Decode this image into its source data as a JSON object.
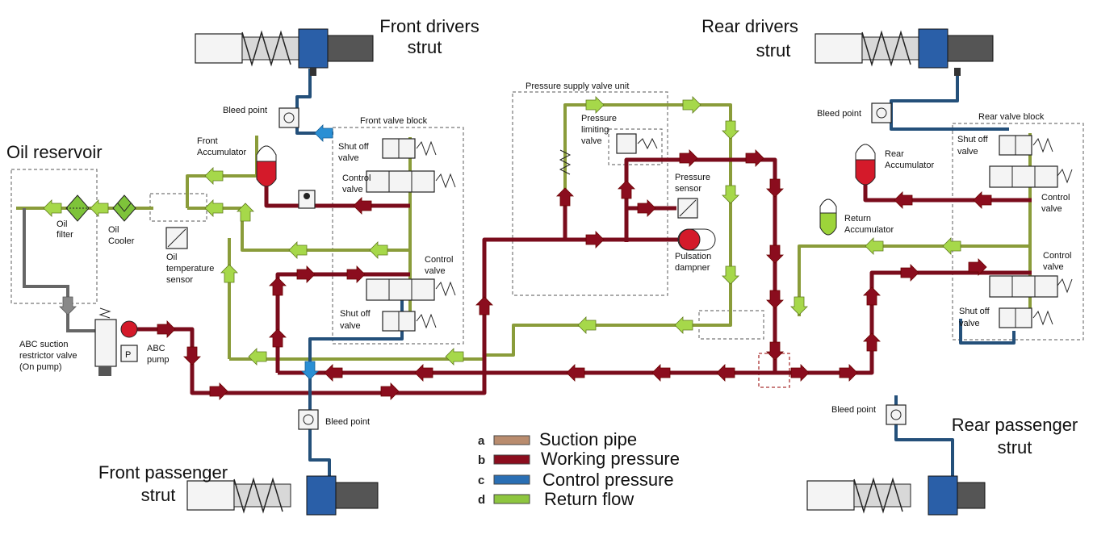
{
  "colors": {
    "working": "#7a0c1c",
    "return": "#8ec63f",
    "control": "#2a6fb4",
    "suction": "#b98c6e",
    "arrow_red": "#8b0d1e",
    "arrow_green": "#a6d84a",
    "arrow_blue": "#2a8fd4",
    "arrow_gray": "#888888"
  },
  "struts": {
    "front_driver": {
      "line1": "Front drivers",
      "line2": "strut"
    },
    "rear_driver": {
      "line1": "Rear drivers",
      "line2": "strut"
    },
    "front_passenger": {
      "line1": "Front passenger",
      "line2": "strut"
    },
    "rear_passenger": {
      "line1": "Rear passenger",
      "line2": "strut"
    }
  },
  "labels": {
    "oil_reservoir": "Oil reservoir",
    "oil_filter": [
      "Oil",
      "filter"
    ],
    "oil_cooler": [
      "Oil",
      "Cooler"
    ],
    "oil_temp_sensor": [
      "Oil",
      "temperature",
      "sensor"
    ],
    "abc_suction": [
      "ABC suction",
      "restrictor valve",
      "(On pump)"
    ],
    "abc_pump": [
      "ABC",
      "pump"
    ],
    "pump_p": "P",
    "bleed_front_driver": "Bleed point",
    "bleed_front_passenger": "Bleed point",
    "bleed_rear_driver": "Bleed point",
    "bleed_rear_passenger": "Bleed point",
    "front_accumulator": [
      "Front",
      "Accumulator"
    ],
    "front_valve_block": "Front valve block",
    "front_shutoff_top": [
      "Shut off",
      "valve"
    ],
    "front_control_top": [
      "Control",
      "valve"
    ],
    "front_control_bottom": [
      "Control",
      "valve"
    ],
    "front_shutoff_bottom": [
      "Shut off",
      "valve"
    ],
    "pressure_supply_unit": "Pressure supply valve unit",
    "pressure_limiting": [
      "Pressure",
      "limiting",
      "valve"
    ],
    "pressure_sensor": [
      "Pressure",
      "sensor"
    ],
    "pulsation": [
      "Pulsation",
      "dampner"
    ],
    "rear_valve_block": "Rear valve block",
    "rear_accumulator": [
      "Rear",
      "Accumulator"
    ],
    "return_accumulator": [
      "Return",
      "Accumulator"
    ],
    "rear_shutoff_top": [
      "Shut off",
      "valve"
    ],
    "rear_control_top": [
      "Control",
      "valve"
    ],
    "rear_control_bottom": [
      "Control",
      "valve"
    ],
    "rear_shutoff_bottom": [
      "Shut off",
      "valve"
    ]
  },
  "legend": [
    {
      "key": "a",
      "label": "Suction pipe",
      "color": "#b98c6e"
    },
    {
      "key": "b",
      "label": "Working pressure",
      "color": "#8b0d1e"
    },
    {
      "key": "c",
      "label": "Control pressure",
      "color": "#2a6fb4"
    },
    {
      "key": "d",
      "label": "Return flow",
      "color": "#8ec63f"
    }
  ]
}
